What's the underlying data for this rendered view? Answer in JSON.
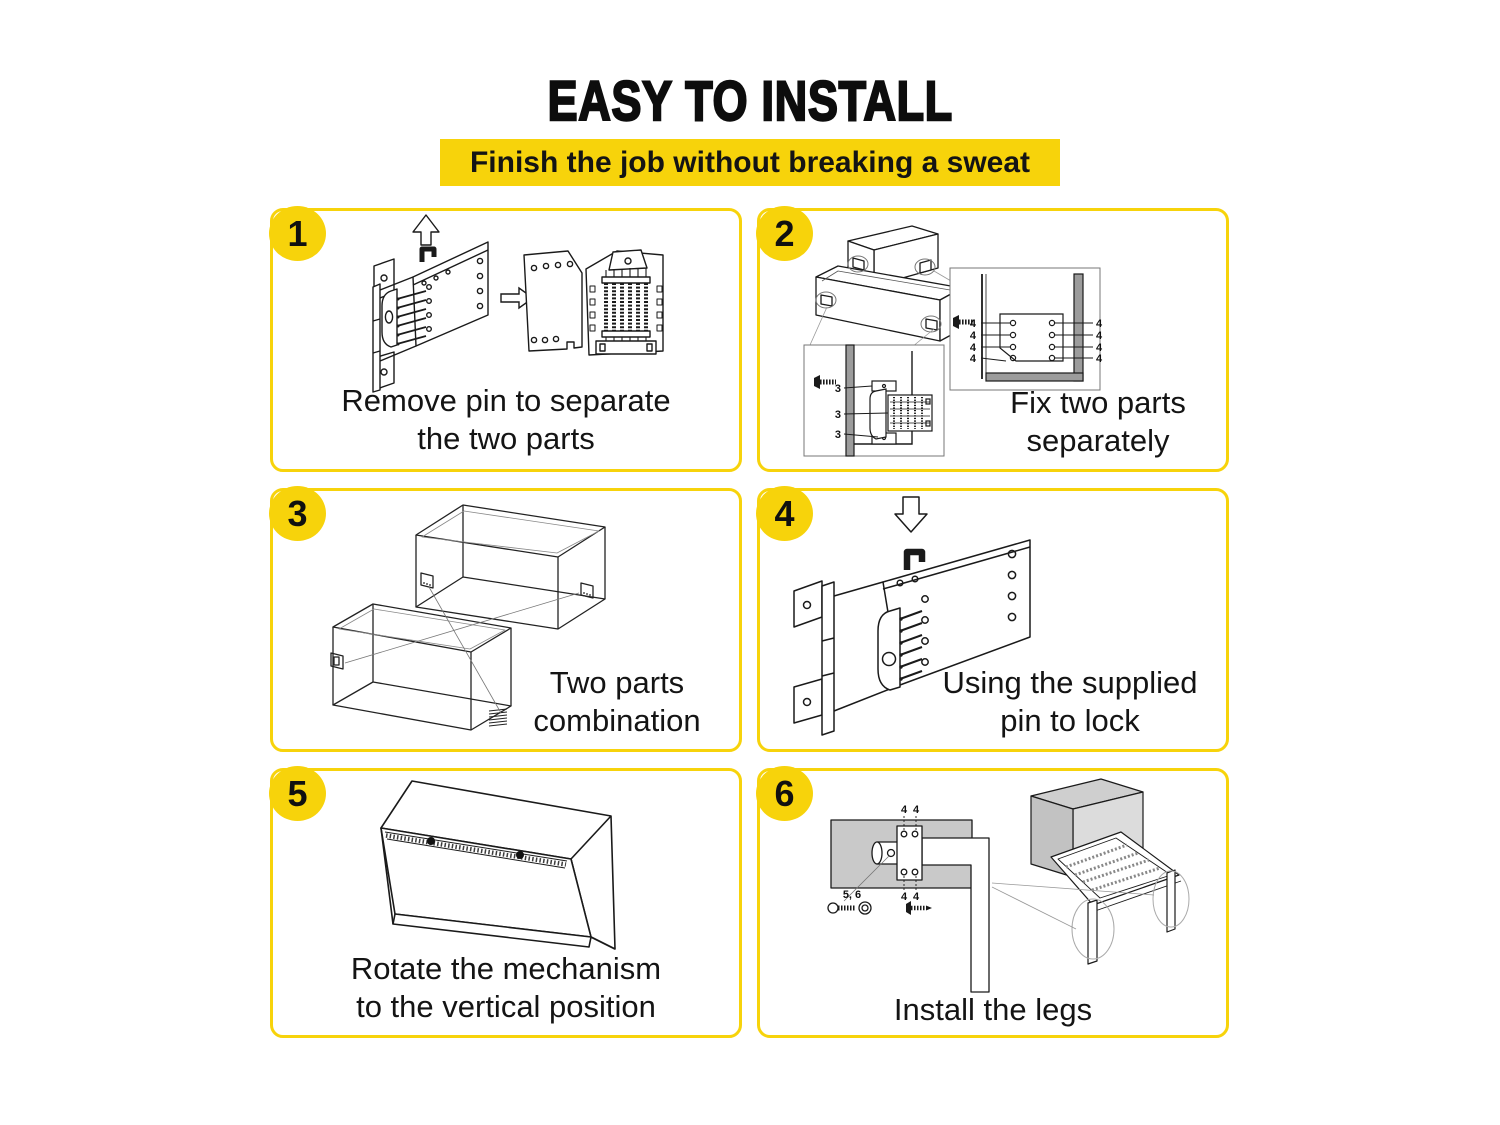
{
  "colors": {
    "accent_yellow": "#f7d30b",
    "line_black": "#1a1a1a",
    "gray_fill": "#c9c9c9",
    "background": "#ffffff"
  },
  "header": {
    "title": "EASY TO INSTALL",
    "subtitle": "Finish the job without breaking a sweat"
  },
  "panels": [
    {
      "number": "1",
      "caption": "Remove pin to separate\nthe two parts"
    },
    {
      "number": "2",
      "caption": "Fix two parts\nseparately",
      "labels": {
        "right_inset": [
          "4",
          "4",
          "4",
          "4",
          "4",
          "4",
          "4",
          "4"
        ],
        "left_inset": [
          "3",
          "3",
          "3"
        ]
      }
    },
    {
      "number": "3",
      "caption": "Two parts\ncombination"
    },
    {
      "number": "4",
      "caption": "Using the supplied\npin to lock"
    },
    {
      "number": "5",
      "caption": "Rotate the mechanism\nto the vertical position"
    },
    {
      "number": "6",
      "caption": "Install the legs",
      "labels": {
        "top": [
          "4",
          "4"
        ],
        "bottom": [
          "4",
          "4"
        ],
        "bolt": "5, 6"
      }
    }
  ]
}
